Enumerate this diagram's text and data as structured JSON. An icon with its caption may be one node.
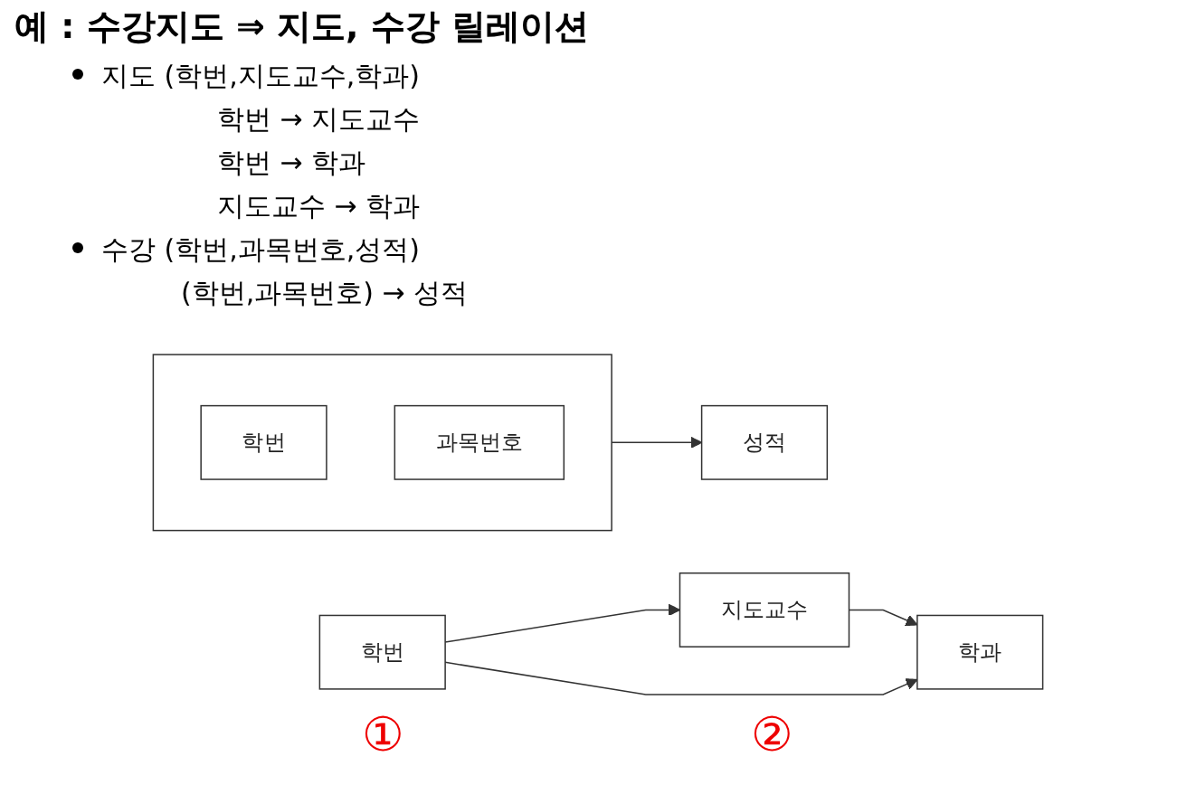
{
  "diagram": {
    "title": "예 : 수강지도 ⇒ 지도, 수강 릴레이션",
    "nodes": [
      {
        "text": [
          "학번"
        ]
      },
      {
        "text": [
          "지도교수"
        ]
      },
      {
        "text": [
          "학과"
        ]
      },
      {
        "text": [],
        "shape": "box"
      },
      {
        "text": [
          "학번"
        ],
        "in": 3
      },
      {
        "text": [
          "과목번호"
        ],
        "in": 3
      },
      {
        "text": [
          "성적"
        ]
      }
    ],
    "edges": [
      {
        "from": 0,
        "to": 1,
        "arrow": "to"
      },
      {
        "from": 0,
        "to": 2,
        "arrow": "to"
      },
      {
        "from": 1,
        "to": 2,
        "arrow": "to"
      },
      {
        "from": 3,
        "to": 6,
        "arrow": "to"
      }
    ],
    "labels": [
      "지도 (학번,지도교수,학과)",
      "학번 → 지도교수",
      "학번 → 학과",
      "지도교수 → 학과",
      "수강 (학번,과목번호,성적)",
      "(학번,과목번호) → 성적",
      "①",
      "②"
    ]
  }
}
